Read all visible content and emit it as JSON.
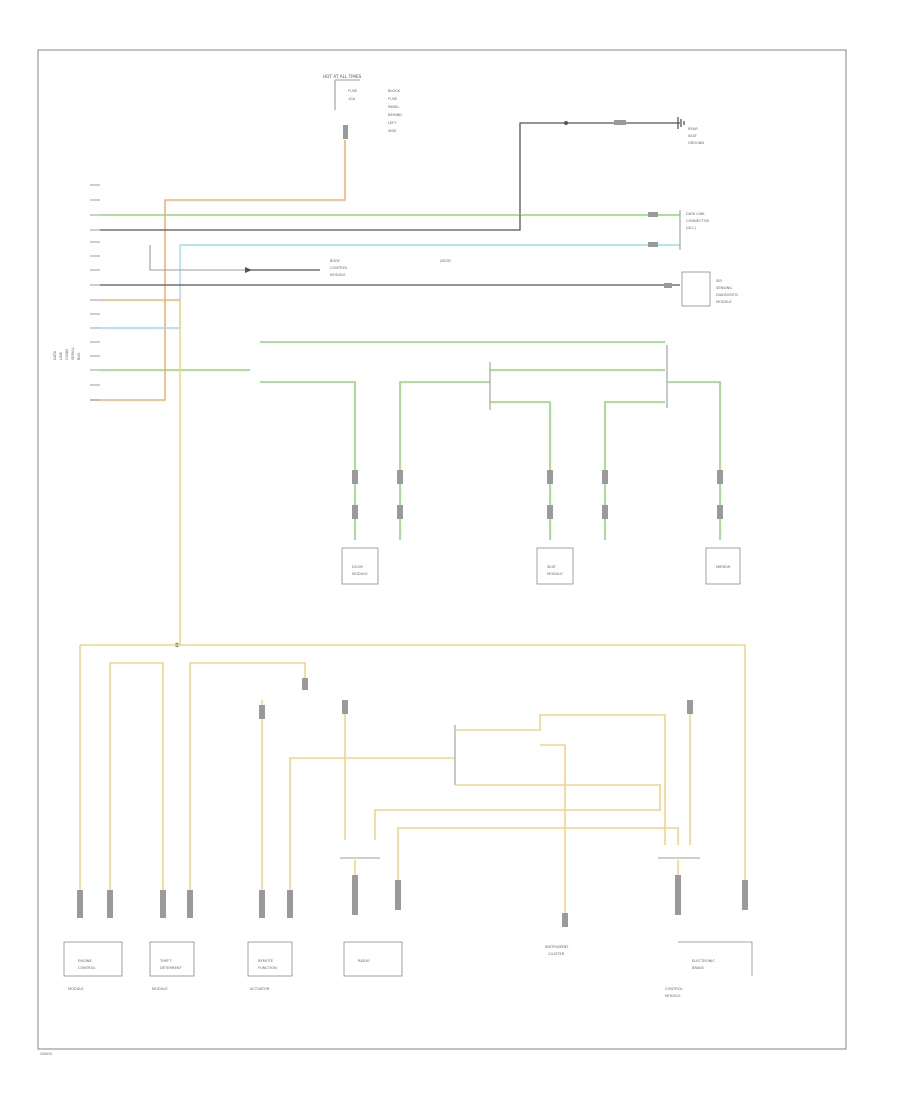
{
  "title_lines": [
    "HOT AT ALL TIMES"
  ],
  "fuse_block_labels": [
    "FUSE",
    "10A",
    "BLOCK",
    "FUSE",
    "PANEL",
    "BEHIND",
    "LEFT",
    "SIDE"
  ],
  "ground_label": [
    "REAR",
    "SEAT",
    "GROUND"
  ],
  "module_label": [
    "BODY",
    "CONTROL",
    "MODULE",
    "(BCM)"
  ],
  "data_link_label": [
    "DATA LINK",
    "CONNECTOR",
    "(DLC)"
  ],
  "sir_label": [
    "SIR",
    "SENSING",
    "DIAGNOSTIC",
    "MODULE"
  ],
  "left_labels": [
    "DATA",
    "LINK",
    "CONN",
    "SERIAL",
    "BUS"
  ],
  "bottom_boxes": [
    {
      "lines": [
        "ENGINE",
        "CONTROL",
        "MODULE"
      ]
    },
    {
      "lines": [
        "THEFT",
        "DETERRENT",
        "MODULE"
      ]
    },
    {
      "lines": [
        "REMOTE",
        "FUNCTION",
        "ACTUATOR"
      ]
    },
    {
      "lines": [
        "RADIO"
      ]
    },
    {
      "lines": [
        "INSTRUMENT",
        "CLUSTER"
      ]
    },
    {
      "lines": [
        "ELECTRONIC",
        "BRAKE",
        "CONTROL",
        "MODULE"
      ]
    }
  ],
  "mid_boxes": [
    {
      "lines": [
        "DOOR",
        "MODULE"
      ]
    },
    {
      "lines": [
        "SEAT",
        "MODULE"
      ]
    },
    {
      "lines": [
        "MIRROR"
      ]
    }
  ],
  "footer_code": "G0000"
}
